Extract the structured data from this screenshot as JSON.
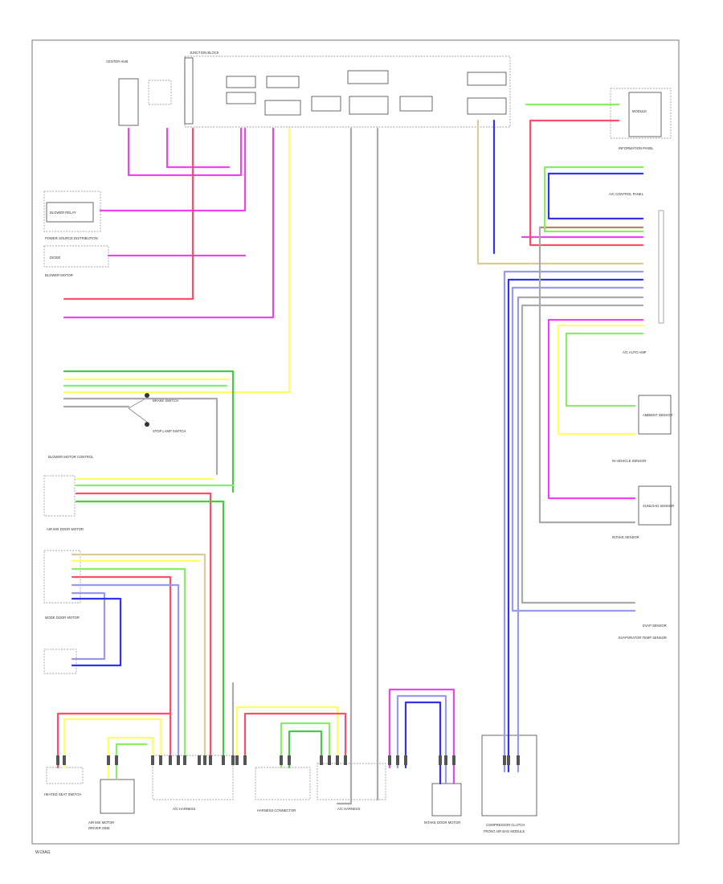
{
  "footer_code": "W-DIAG",
  "colors": {
    "pink": "#ee44ee",
    "red": "#ff4d6a",
    "yellow": "#ffff66",
    "lightgreen": "#88ee66",
    "green": "#44cc44",
    "blue": "#3333ee",
    "lightblue": "#9999ee",
    "tan": "#d9cc99",
    "brown": "#b38866",
    "gray": "#aaaaaa",
    "black": "#333333"
  },
  "components": {
    "top_left_module": "CENTER HUB",
    "junction_block": "JUNCTION BLOCK",
    "right_top_box": "MODULE",
    "right_top_caption": "INFORMATION PANEL",
    "climate_panel": "A/C CONTROL PANEL",
    "left_relay": "BLOWER RELAY",
    "left_diode": "DIODE",
    "left_upper_caption": "POWER SOURCE DISTRIBUTION",
    "left_mid_caption": "BLOWER MOTOR",
    "left_motor_caption": "BLOWER MOTOR CONTROL",
    "left_low_caption": "AIR MIX DOOR MOTOR",
    "left_module": "MODE DOOR MOTOR",
    "brake_switch": "BRAKE SWITCH",
    "brake_switch_2": "STOP LAMP SWITCH",
    "right_sensor_1": "AMBIENT SENSOR",
    "right_sensor_1_caption": "IN-VEHICLE SENSOR",
    "right_sensor_2": "SUNLOAD SENSOR",
    "right_sensor_2_caption": "INTAKE SENSOR",
    "right_sensor_3": "EVAP SENSOR",
    "right_sensor_3_caption": "EVAPORATOR TEMP SENSOR",
    "right_module_label": "A/C AUTO AMP",
    "bottom_left_1": "HEATED SEAT SWITCH",
    "bottom_left_2": "AIR MIX MOTOR",
    "bottom_left_2_caption": "DRIVER SIDE",
    "bottom_c1": "A/C HARNESS",
    "bottom_c2": "HARNESS CONNECTOR",
    "bottom_c3": "A/C HARNESS",
    "bottom_right_1": "INTAKE DOOR MOTOR",
    "bottom_right_2": "COMPRESSOR CLUTCH",
    "bottom_right_2_caption": "FRONT AIR BAG MODULE"
  }
}
